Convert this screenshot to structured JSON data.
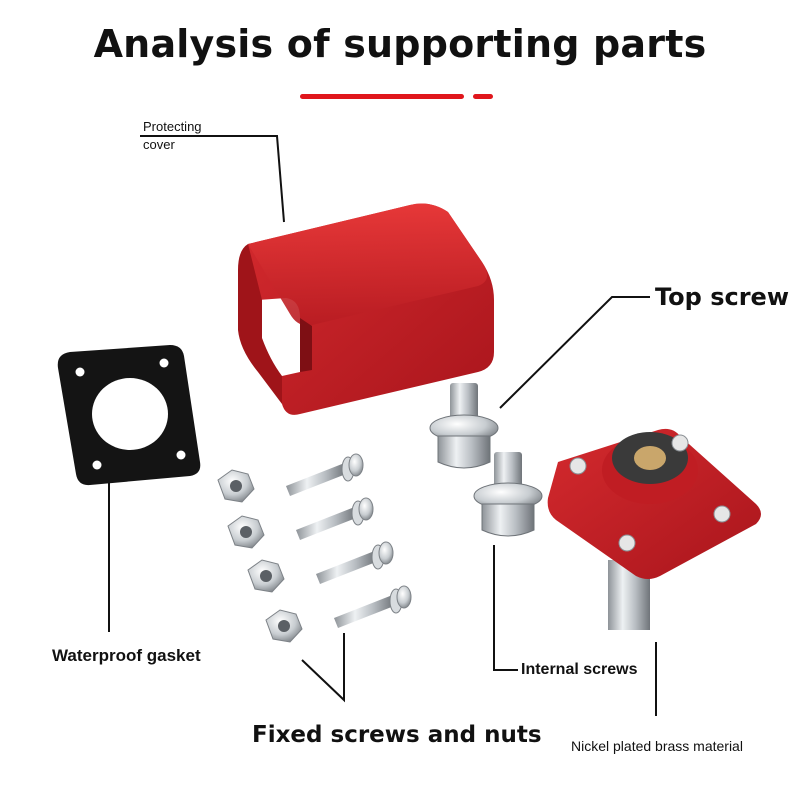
{
  "title": "Analysis of supporting parts",
  "accent_color": "#e0161c",
  "labels": {
    "protecting_cover_line1": "Protecting",
    "protecting_cover_line2": "cover",
    "top_screw": "Top screw",
    "waterproof_gasket": "Waterproof gasket",
    "internal_screws": "Internal screws",
    "fixed_screws_and_nuts": "Fixed screws and nuts",
    "nickel_plated_brass": "Nickel plated brass material"
  }
}
